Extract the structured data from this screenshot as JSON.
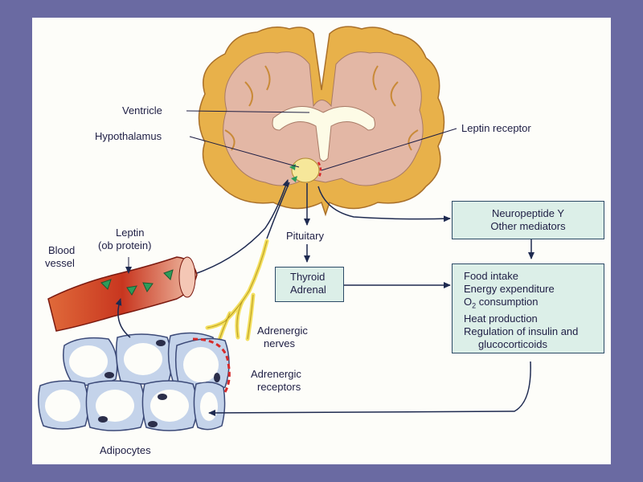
{
  "labels": {
    "ventricle": "Ventricle",
    "hypothalamus": "Hypothalamus",
    "leptin_receptor": "Leptin receptor",
    "pituitary": "Pituitary",
    "blood_vessel_1": "Blood",
    "blood_vessel_2": "vessel",
    "leptin_1": "Leptin",
    "leptin_2": "(ob protein)",
    "adrenergic_nerves_1": "Adrenergic",
    "adrenergic_nerves_2": "nerves",
    "adrenergic_receptors_1": "Adrenergic",
    "adrenergic_receptors_2": "receptors",
    "adipocytes": "Adipocytes"
  },
  "boxes": {
    "thyroid_adrenal": [
      "Thyroid",
      "Adrenal"
    ],
    "neuropeptide": [
      "Neuropeptide Y",
      "Other mediators"
    ],
    "effects": {
      "line1": "Food intake",
      "line2": "Energy expenditure",
      "line3_prefix": "O",
      "line3_sub": "2",
      "line3_suffix": " consumption",
      "line4": "Heat production",
      "line5": "Regulation of insulin and",
      "line6": "glucocorticoids"
    }
  },
  "colors": {
    "cortex": "#e8b14a",
    "white_matter": "#e3b7a5",
    "ventricle": "#fdfbe6",
    "blood_vessel": "#c8361f",
    "leptin_marker": "#2e9b5a",
    "nerve": "#f3df5e",
    "adipocyte_fill": "#c4d3ea",
    "adipocyte_nucleus": "#2b2e4a",
    "receptor": "#d62a2a",
    "box_fill": "#dcefe8",
    "arrow": "#1e2a50"
  }
}
